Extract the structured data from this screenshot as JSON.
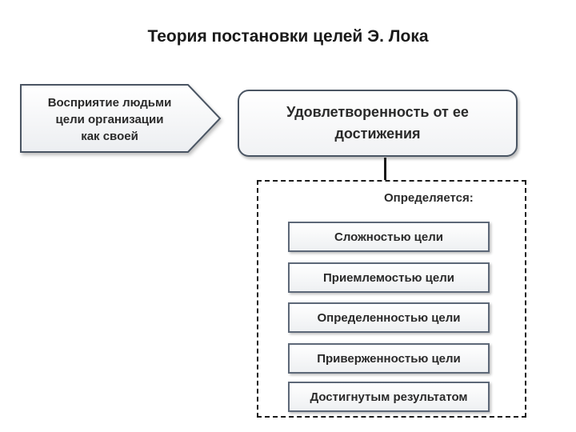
{
  "title": "Теория постановки целей Э. Лока",
  "input_arrow": {
    "lines": [
      "Восприятие людьми",
      "цели организации",
      "как своей"
    ]
  },
  "main_box": {
    "lines": [
      "Удовлетворенность от ее",
      "достижения"
    ]
  },
  "determined_by": {
    "label": "Определяется:",
    "items": [
      "Сложностью цели",
      "Приемлемостью цели",
      "Определенностью цели",
      "Приверженностью цели",
      "Достигнутым результатом"
    ]
  },
  "colors": {
    "border": "#4a5563",
    "fill": "#f1f2f4",
    "dash": "#1a1a1a"
  }
}
